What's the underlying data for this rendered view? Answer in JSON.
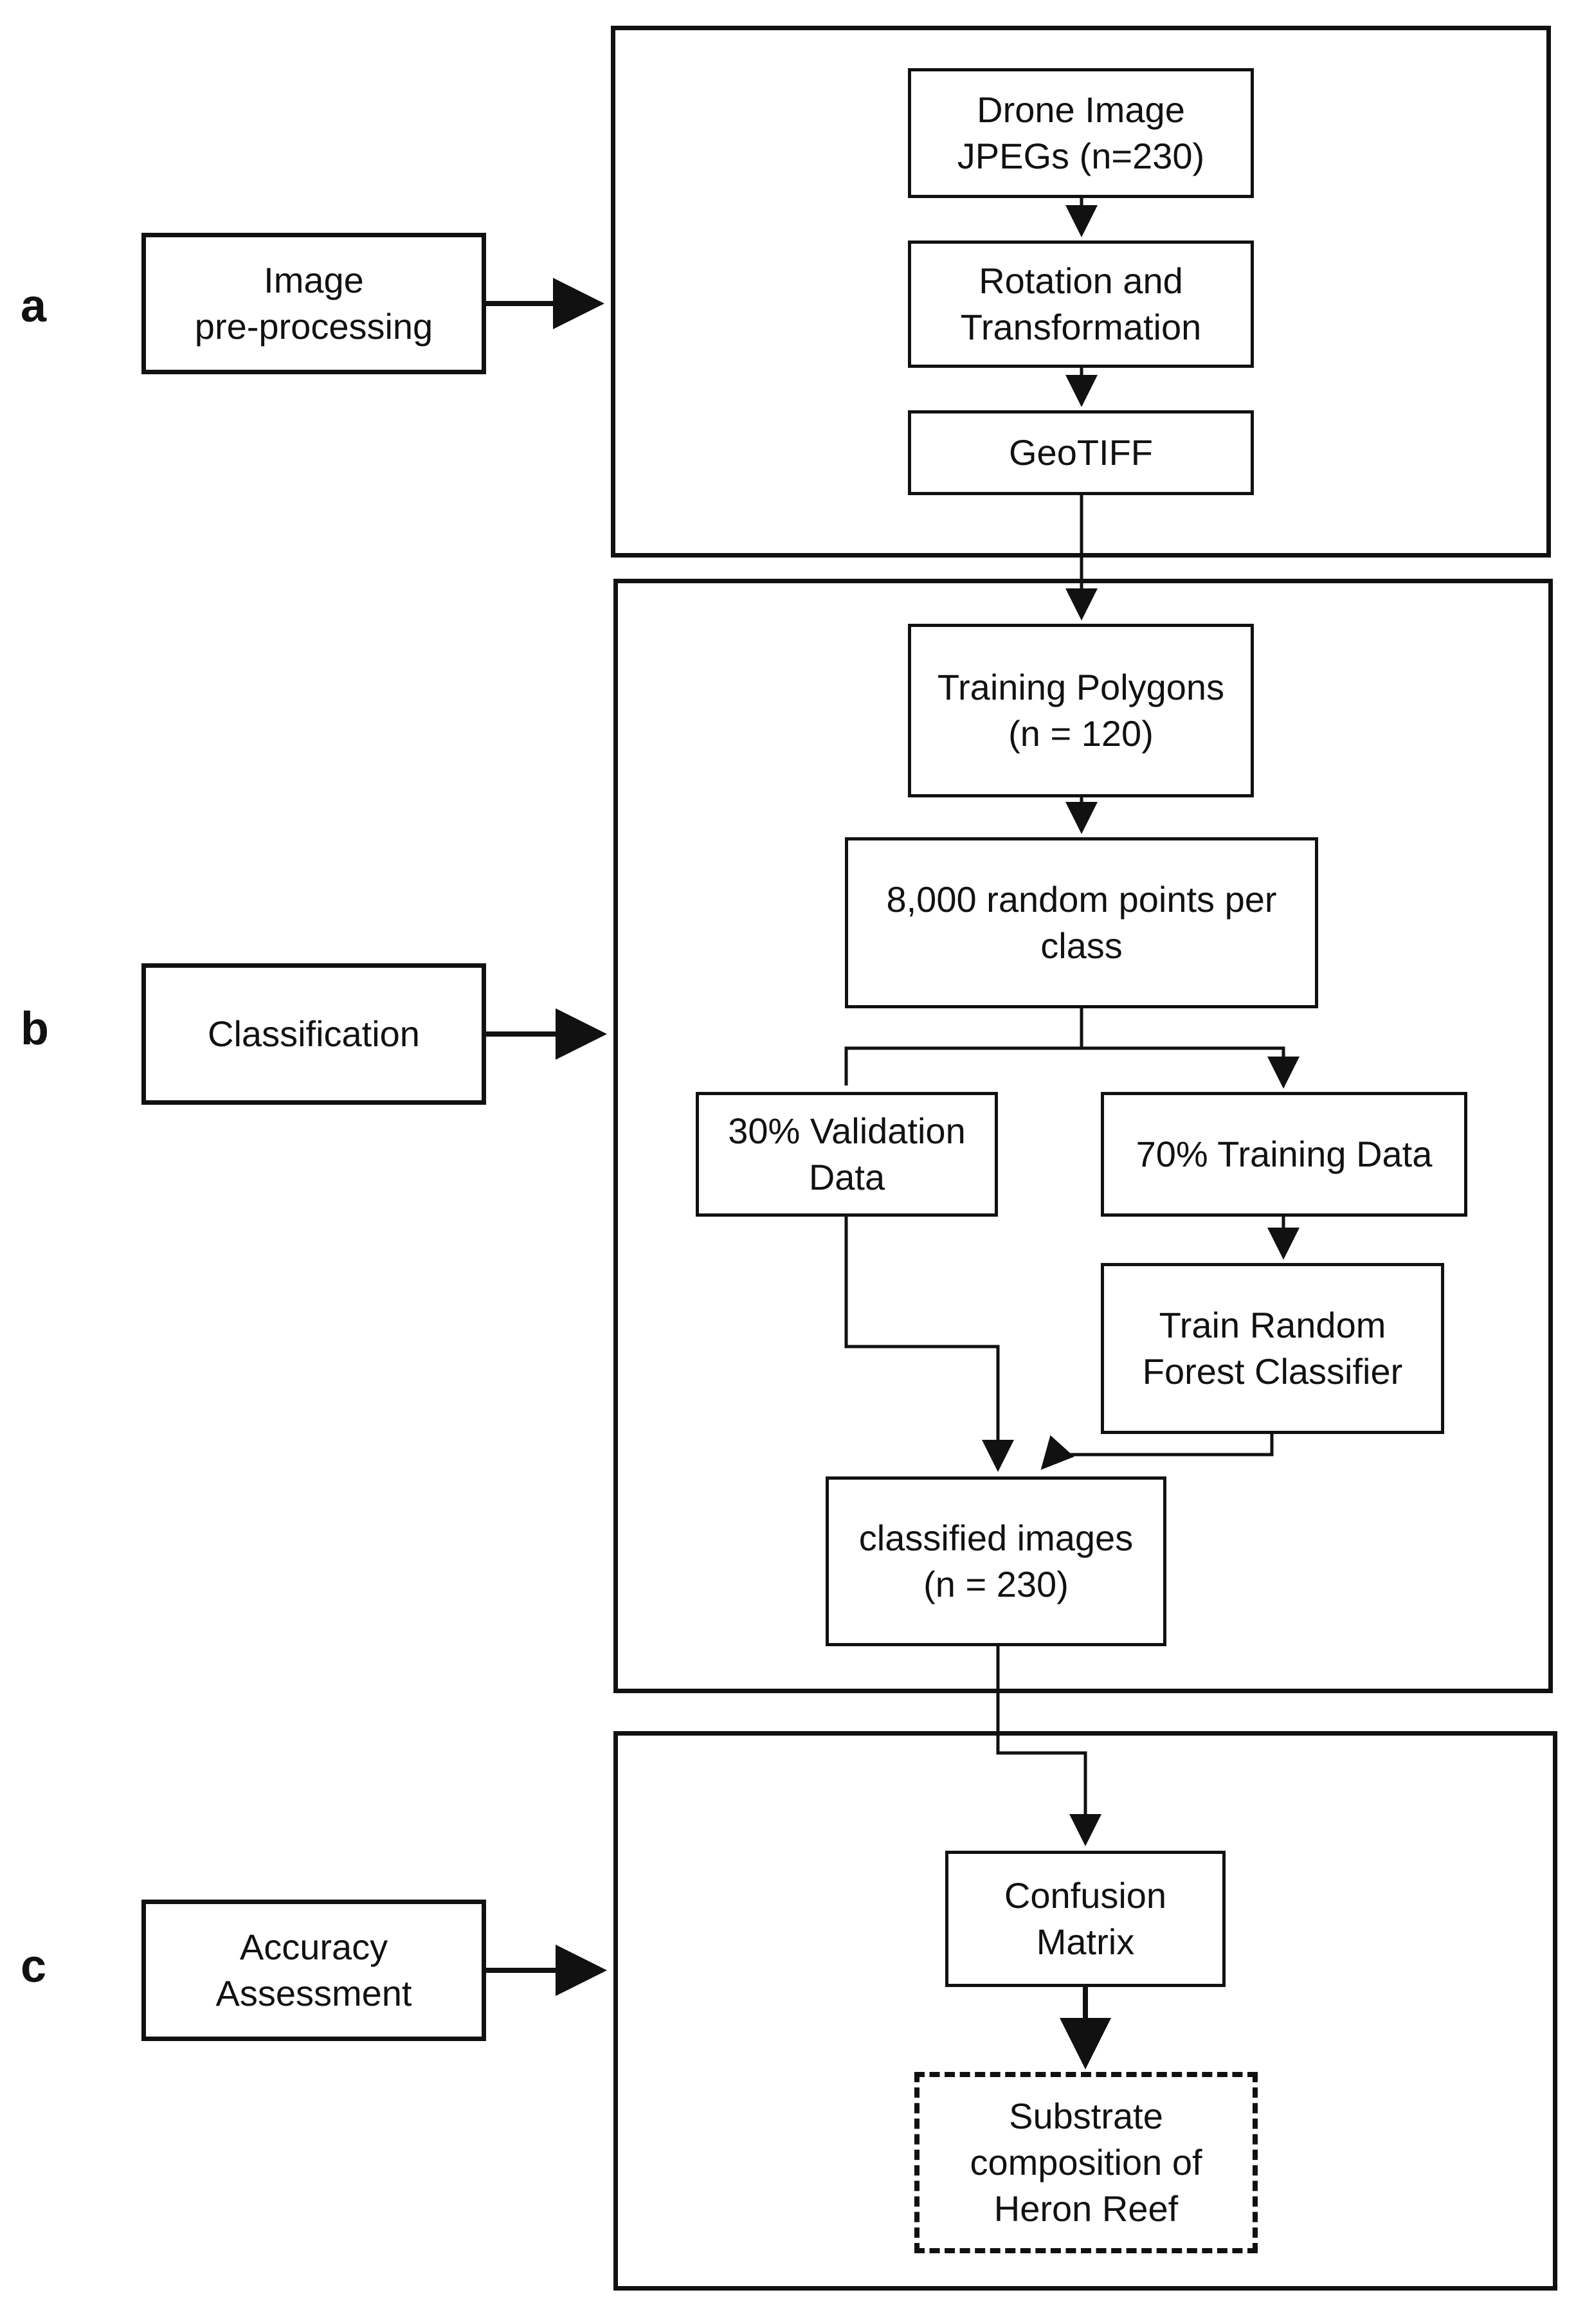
{
  "stages": {
    "a": {
      "letter": "a",
      "label": "Image\npre-processing"
    },
    "b": {
      "letter": "b",
      "label": "Classification"
    },
    "c": {
      "letter": "c",
      "label": "Accuracy\nAssessment"
    }
  },
  "nodes": {
    "drone_images": "Drone Image\nJPEGs (n=230)",
    "rotation": "Rotation and\nTransformation",
    "geotiff": "GeoTIFF",
    "training_polygons": "Training Polygons\n(n = 120)",
    "random_points": "8,000 random points per\nclass",
    "validation": "30% Validation\nData",
    "training_data": "70% Training Data",
    "train_rf": "Train Random\nForest Classifier",
    "classified": "classified images\n(n = 230)",
    "confusion": "Confusion\nMatrix",
    "substrate": "Substrate\ncomposition of\nHeron Reef"
  },
  "colors": {
    "stroke": "#111111",
    "background": "#ffffff"
  }
}
